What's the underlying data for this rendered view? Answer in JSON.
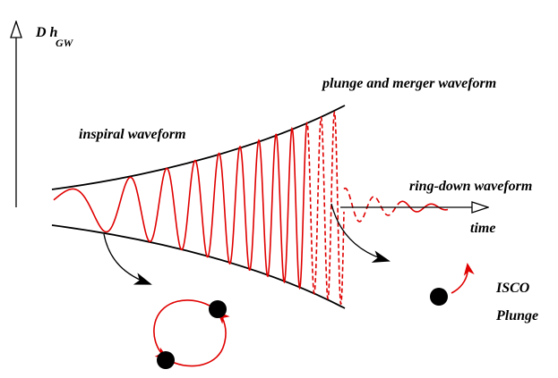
{
  "axes": {
    "y_label": "D h",
    "y_label_sub": "GW",
    "x_label": "time"
  },
  "labels": {
    "inspiral": "inspiral waveform",
    "plunge_merger": "plunge and merger waveform",
    "ringdown": "ring-down waveform",
    "isco": "ISCO",
    "plunge": "Plunge"
  },
  "colors": {
    "wave": "#e00000",
    "ink": "#000000",
    "orbit_arrow": "#e00000"
  },
  "icons": {
    "binary": "orbiting-binary-icon",
    "single": "plunging-body-icon"
  }
}
